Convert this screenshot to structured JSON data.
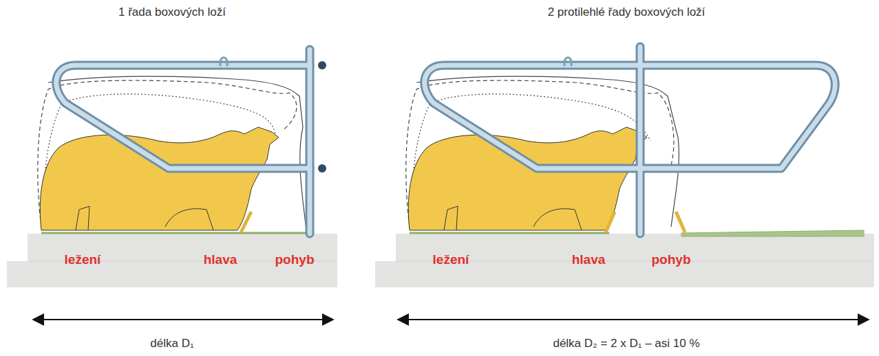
{
  "diagram": {
    "labels": [
      "1 řada boxových loží",
      "2 protilehlé řady boxových loží",
      "ležení",
      "hlava",
      "pohyb",
      "ležení",
      "hlava",
      "pohyb",
      "délka D₁",
      "délka D₂ = 2 x D₁ – asi 10 %"
    ]
  }
}
